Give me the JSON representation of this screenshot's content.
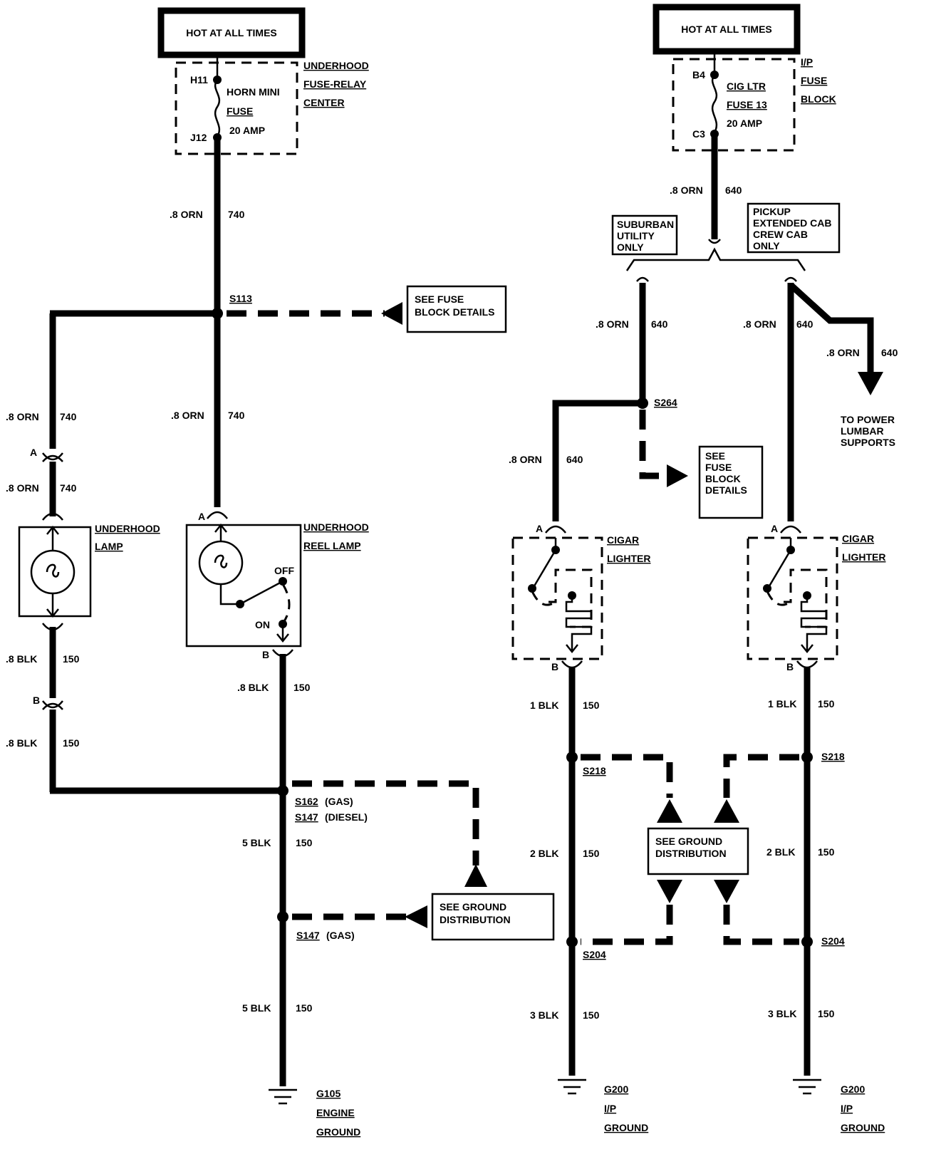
{
  "left": {
    "hot_box": "HOT AT ALL TIMES",
    "fuse_pins": [
      "H11",
      "J12"
    ],
    "fuse_label": [
      "HORN MINI",
      "FUSE",
      "20 AMP"
    ],
    "fuse_center": [
      "UNDERHOOD",
      "FUSE-RELAY",
      "CENTER"
    ],
    "wire_orn_740": [
      ".8 ORN",
      "740"
    ],
    "splice_s113": "S113",
    "see_fuse_block": [
      "SEE FUSE",
      "BLOCK DETAILS"
    ],
    "conn_a": "A",
    "conn_b": "B",
    "underhood_lamp": [
      "UNDERHOOD",
      "LAMP"
    ],
    "reel_lamp": [
      "UNDERHOOD",
      "REEL LAMP"
    ],
    "switch_off": "OFF",
    "switch_on": "ON",
    "wire_blk_150": [
      ".8 BLK",
      "150"
    ],
    "splice_s162": "S162",
    "gas": "(GAS)",
    "splice_s147": "S147",
    "diesel": "(DIESEL)",
    "wire_5blk": [
      "5 BLK",
      "150"
    ],
    "see_ground": [
      "SEE GROUND",
      "DISTRIBUTION"
    ],
    "ground": [
      "G105",
      "ENGINE",
      "GROUND"
    ]
  },
  "right": {
    "hot_box": "HOT AT ALL TIMES",
    "fuse_pins": [
      "B4",
      "C3"
    ],
    "fuse_label": [
      "CIG LTR",
      "FUSE 13",
      "20 AMP"
    ],
    "fuse_block": [
      "I/P",
      "FUSE",
      "BLOCK"
    ],
    "wire_orn_640": [
      ".8 ORN",
      "640"
    ],
    "suburban": [
      "SUBURBAN",
      "UTILITY",
      "ONLY"
    ],
    "pickup": [
      "PICKUP",
      "EXTENDED CAB",
      "CREW CAB",
      "ONLY"
    ],
    "to_power": [
      "TO POWER",
      "LUMBAR",
      "SUPPORTS"
    ],
    "splice_s264": "S264",
    "see_fuse_block": [
      "SEE",
      "FUSE",
      "BLOCK",
      "DETAILS"
    ],
    "conn_a": "A",
    "conn_b": "B",
    "cigar": [
      "CIGAR",
      "LIGHTER"
    ],
    "wire_1blk": [
      "1 BLK",
      "150"
    ],
    "splice_s218": "S218",
    "wire_2blk": [
      "2 BLK",
      "150"
    ],
    "see_ground": [
      "SEE GROUND",
      "DISTRIBUTION"
    ],
    "splice_s204": "S204",
    "wire_3blk": [
      "3 BLK",
      "150"
    ],
    "ground": [
      "G200",
      "I/P",
      "GROUND"
    ]
  }
}
